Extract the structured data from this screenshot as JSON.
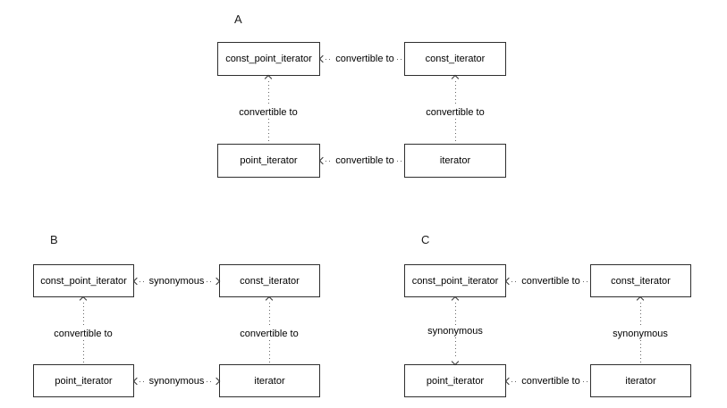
{
  "diagrams": {
    "a": {
      "label": "A",
      "boxes": {
        "top_left": "const_point_iterator",
        "top_right": "const_iterator",
        "bottom_left": "point_iterator",
        "bottom_right": "iterator"
      },
      "edges": {
        "top": {
          "label": "convertible to",
          "arrow": "points-left"
        },
        "bottom": {
          "label": "convertible to",
          "arrow": "points-left"
        },
        "left": {
          "label": "convertible to",
          "arrow": "points-up"
        },
        "right": {
          "label": "convertible to",
          "arrow": "points-up"
        }
      }
    },
    "b": {
      "label": "B",
      "boxes": {
        "top_left": "const_point_iterator",
        "top_right": "const_iterator",
        "bottom_left": "point_iterator",
        "bottom_right": "iterator"
      },
      "edges": {
        "top": {
          "label": "synonymous",
          "arrow": "double-headed"
        },
        "bottom": {
          "label": "synonymous",
          "arrow": "double-headed"
        },
        "left": {
          "label": "convertible to",
          "arrow": "points-up"
        },
        "right": {
          "label": "convertible to",
          "arrow": "points-up"
        }
      }
    },
    "c": {
      "label": "C",
      "boxes": {
        "top_left": "const_point_iterator",
        "top_right": "const_iterator",
        "bottom_left": "point_iterator",
        "bottom_right": "iterator"
      },
      "edges": {
        "top": {
          "label": "convertible to",
          "arrow": "points-left"
        },
        "bottom": {
          "label": "convertible to",
          "arrow": "points-left"
        },
        "left": {
          "label": "synonymous",
          "arrow": "double-headed"
        },
        "right": {
          "label": "synonymous",
          "arrow": "double-headed"
        }
      }
    }
  },
  "colors": {
    "background": "#ffffff",
    "box_border": "#2f2f2f",
    "dotted_line": "#666666",
    "text": "#000000"
  },
  "icons": {
    "arrow_left": "open chevron <",
    "arrow_right": "open chevron >",
    "arrow_up": "open chevron ^",
    "arrow_down": "open chevron v"
  }
}
